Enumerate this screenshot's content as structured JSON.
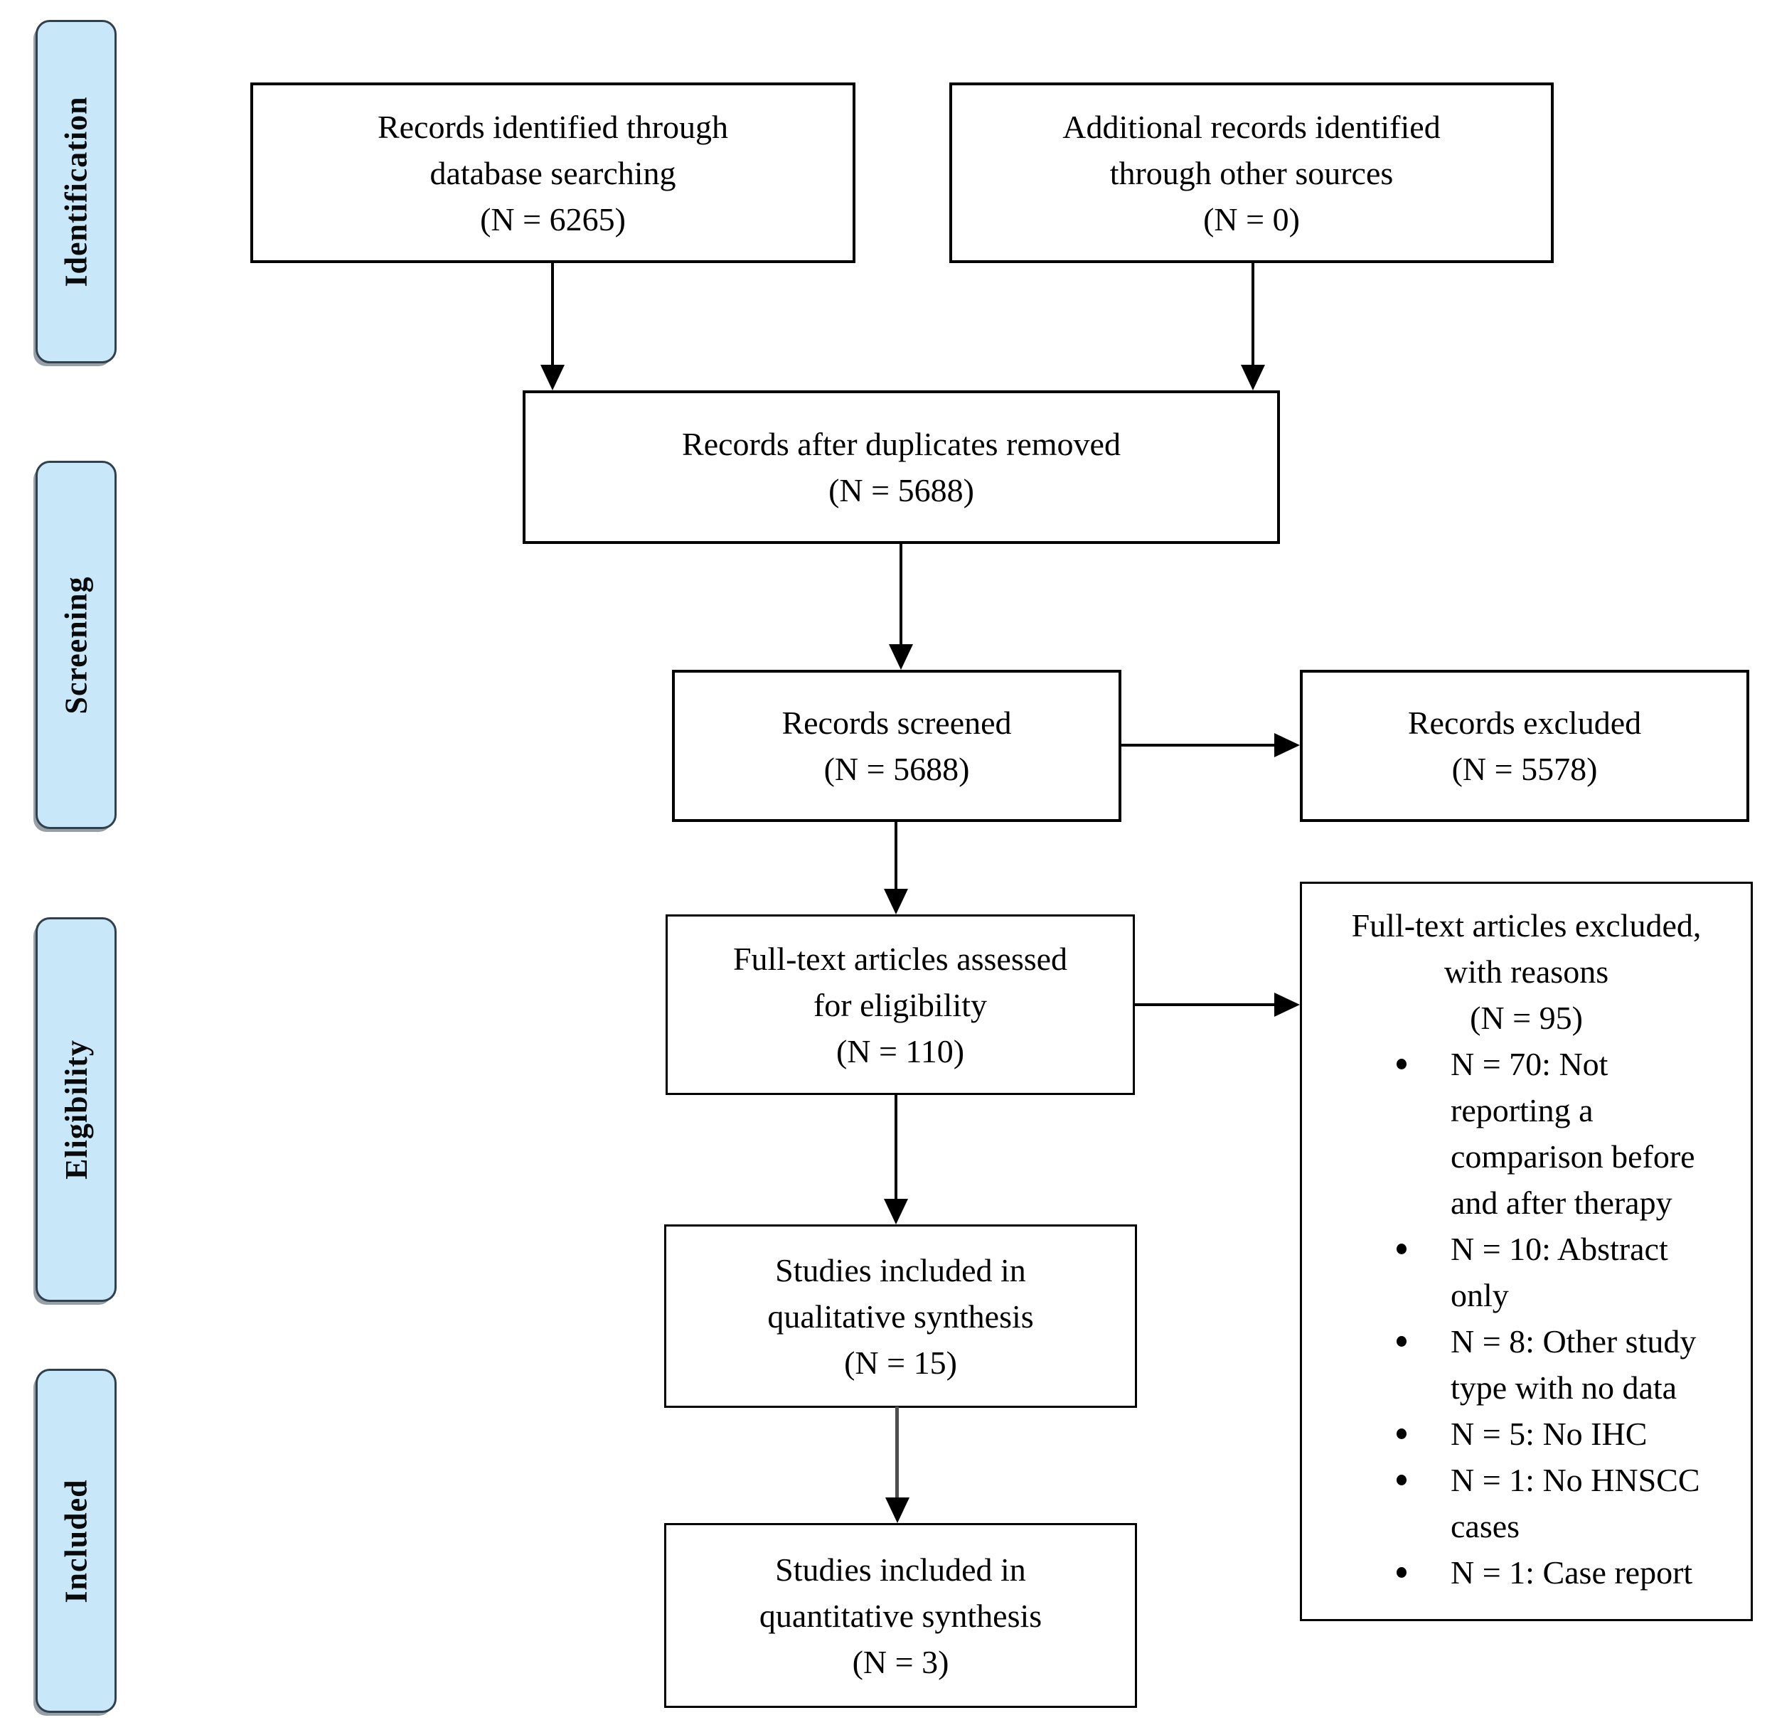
{
  "figure": {
    "kind": "PRISMA flow diagram"
  },
  "colors": {
    "pill_fill": "#c8e7f8",
    "pill_border": "#31404d",
    "box_border": "#000000",
    "arrow": "#000000",
    "arrow_gray": "#4d4d4d",
    "background": "#ffffff",
    "text": "#000000"
  },
  "stages": [
    {
      "label": "Identification"
    },
    {
      "label": "Screening"
    },
    {
      "label": "Eligibility"
    },
    {
      "label": "Included"
    }
  ],
  "boxes": {
    "records_identified": {
      "lines": [
        "Records identified through",
        "database searching",
        "(N = 6265)"
      ]
    },
    "additional_records": {
      "lines": [
        "Additional records identified",
        "through other sources",
        "(N = 0)"
      ]
    },
    "after_duplicates": {
      "lines": [
        "Records after duplicates removed",
        "(N = 5688)"
      ]
    },
    "records_screened": {
      "lines": [
        "Records screened",
        "(N = 5688)"
      ]
    },
    "records_excluded": {
      "lines": [
        "Records excluded",
        "(N = 5578)"
      ]
    },
    "fulltext_assessed": {
      "lines": [
        "Full-text articles assessed",
        "for eligibility",
        "(N = 110)"
      ]
    },
    "fulltext_excluded": {
      "title_lines": [
        "Full-text articles excluded,",
        "with reasons",
        "(N = 95)"
      ],
      "reasons": [
        "N = 70: Not reporting a comparison before and after therapy",
        "N = 10: Abstract only",
        "N = 8: Other study type with no data",
        "N = 5: No IHC",
        "N = 1: No HNSCC cases",
        "N = 1: Case report"
      ]
    },
    "qualitative_synthesis": {
      "lines": [
        "Studies included in",
        "qualitative synthesis",
        "(N = 15)"
      ]
    },
    "quantitative_synthesis": {
      "lines": [
        "Studies included in",
        "quantitative synthesis",
        "(N = 3)"
      ]
    }
  }
}
